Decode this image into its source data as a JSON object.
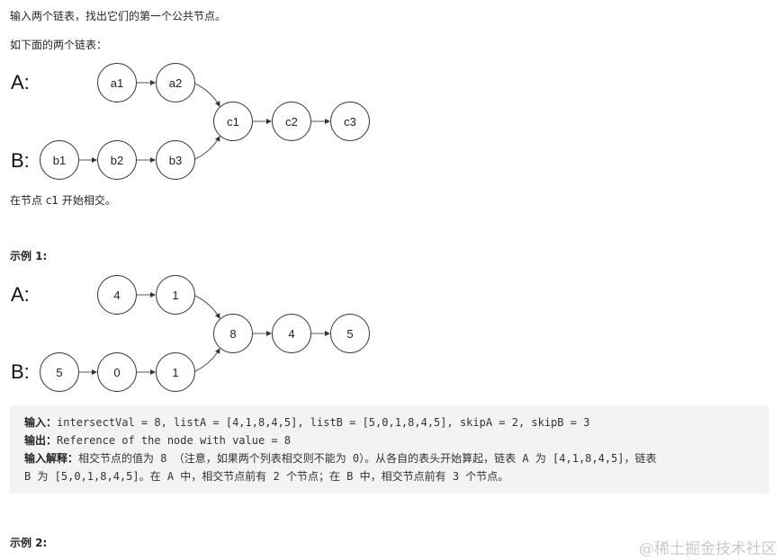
{
  "intro": {
    "line1": "输入两个链表，找出它们的第一个公共节点。",
    "line2": "如下面的两个链表："
  },
  "diagram1": {
    "label_a": "A:",
    "label_b": "B:",
    "nodes_a": [
      "a1",
      "a2"
    ],
    "nodes_b": [
      "b1",
      "b2",
      "b3"
    ],
    "nodes_common": [
      "c1",
      "c2",
      "c3"
    ]
  },
  "intersect_note": "在节点 c1 开始相交。",
  "example1": {
    "title": "示例 1:",
    "diagram": {
      "label_a": "A:",
      "label_b": "B:",
      "nodes_a": [
        "4",
        "1"
      ],
      "nodes_b": [
        "5",
        "0",
        "1"
      ],
      "nodes_common": [
        "8",
        "4",
        "5"
      ]
    },
    "input_key": "输入：",
    "input_value": "intersectVal = 8, listA = [4,1,8,4,5], listB = [5,0,1,8,4,5], skipA = 2, skipB = 3",
    "output_key": "输出：",
    "output_value": "Reference of the node with value = 8",
    "explain_key": "输入解释：",
    "explain_line1": "相交节点的值为 8 （注意，如果两个列表相交则不能为 0）。从各自的表头开始算起，链表 A 为 [4,1,8,4,5]，链表",
    "explain_line2": "B 为 [5,0,1,8,4,5]。在 A 中，相交节点前有 2 个节点；在 B 中，相交节点前有 3 个节点。"
  },
  "example2": {
    "title": "示例 2:"
  },
  "watermark": "@稀土掘金技术社区"
}
